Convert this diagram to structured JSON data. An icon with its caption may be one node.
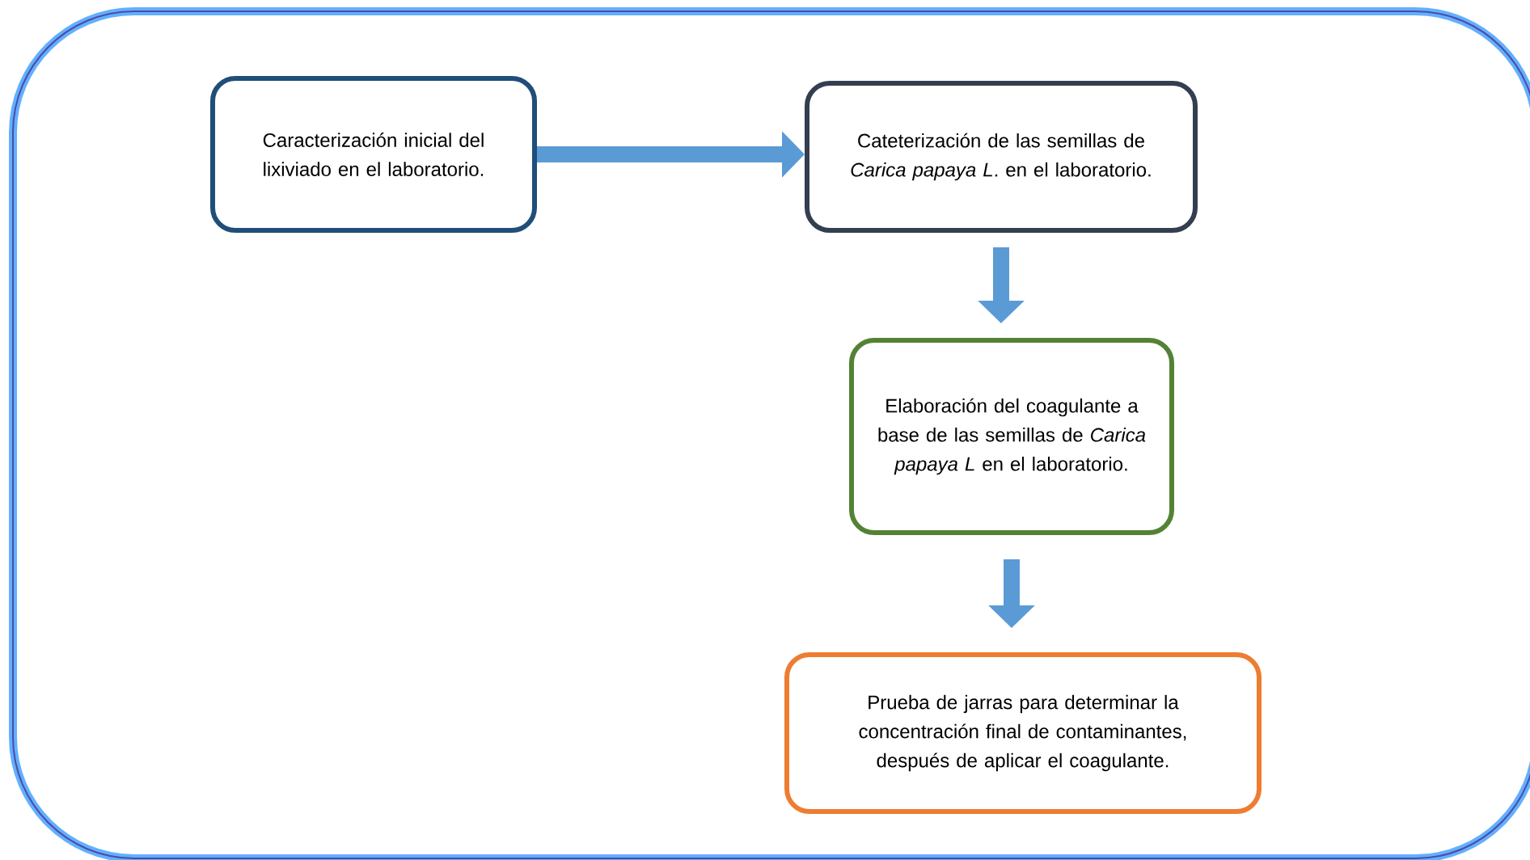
{
  "diagram": {
    "nodes": [
      {
        "text": [
          "Caracterización inicial del lixiviado en el laboratorio."
        ]
      },
      {
        "text": [
          "Cateterización de las semillas de *Carica papaya L*. en el laboratorio."
        ]
      },
      {
        "text": [
          "Elaboración del coagulante a base de las semillas de *Carica papaya L* en el laboratorio."
        ]
      },
      {
        "text": [
          "Prueba de jarras para determinar la concentración final de contaminantes, después de aplicar el coagulante."
        ]
      }
    ],
    "edges": [
      {
        "from": 0,
        "to": 1,
        "arrow": "to"
      },
      {
        "from": 1,
        "to": 2,
        "arrow": "to"
      },
      {
        "from": 2,
        "to": 3,
        "arrow": "to"
      }
    ]
  }
}
